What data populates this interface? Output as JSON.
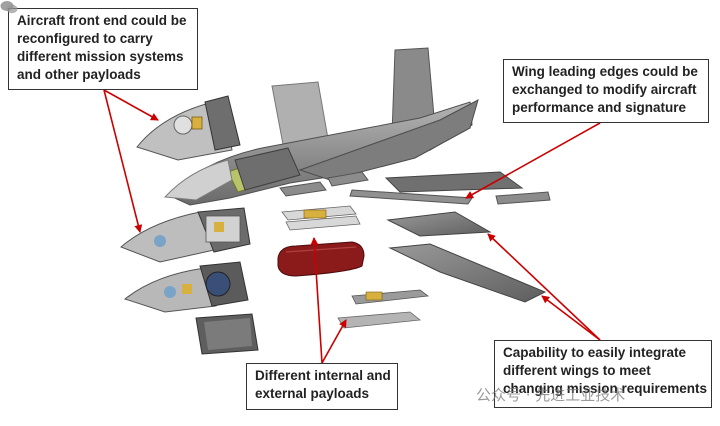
{
  "callouts": {
    "front_end": {
      "lines": [
        "Aircraft front end could be",
        "reconfigured to carry",
        "different mission systems",
        "and other payloads"
      ]
    },
    "wing_edges": {
      "lines": [
        "Wing leading edges could be",
        "exchanged to modify aircraft",
        "performance and signature"
      ]
    },
    "payloads": {
      "lines": [
        "Different internal and",
        "external payloads"
      ]
    },
    "wings": {
      "lines": [
        "Capability to easily integrate",
        "different wings to meet",
        "changing mission requirements"
      ]
    }
  },
  "watermark": {
    "text": "公众号 · 先进工业技术"
  },
  "colors": {
    "arrow": "#cc0000",
    "airframe": "#8c8c8c",
    "airframe_dark": "#5a5a5a",
    "canopy": "#c8c8c8",
    "payload_red": "#8b1a1a",
    "payload_yellow": "#d8b040",
    "box_border": "#333333"
  },
  "icons": [
    "wechat-icon"
  ]
}
